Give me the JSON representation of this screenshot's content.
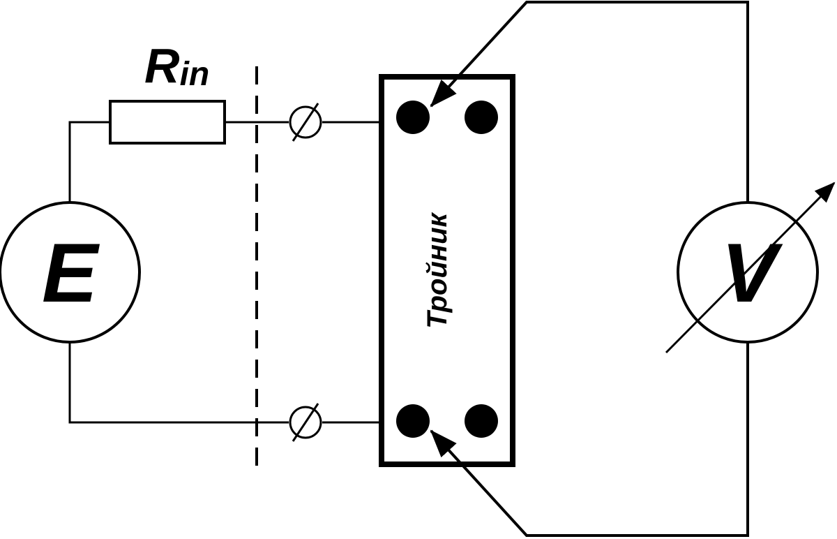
{
  "diagram": {
    "source_label": "E",
    "resistor_label_main": "R",
    "resistor_label_sub": "in",
    "tee_label": "Тройник",
    "voltmeter_label": "V",
    "terminal_symbol": "∅"
  },
  "colors": {
    "stroke": "#000000",
    "background": "#ffffff"
  }
}
